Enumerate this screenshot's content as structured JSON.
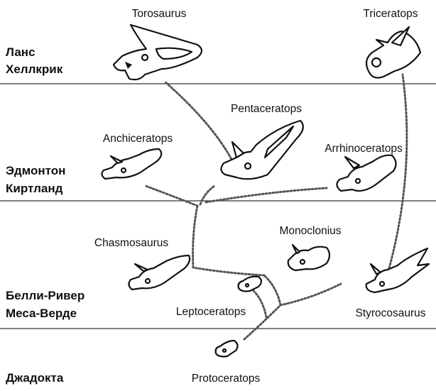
{
  "strata": [
    {
      "line1": "Ланс",
      "line2": "Хеллкрик"
    },
    {
      "line1": "Эдмонтон",
      "line2": "Киртланд"
    },
    {
      "line1": "Белли-Ривер",
      "line2": "Меса-Верде"
    },
    {
      "line1": "Джадокта",
      "line2": ""
    }
  ],
  "taxa": {
    "torosaurus": "Torosaurus",
    "triceratops": "Triceratops",
    "pentaceratops": "Pentaceratops",
    "anchiceratops": "Anchiceratops",
    "arrhinoceratops": "Arrhinoceratops",
    "monoclonius": "Monoclonius",
    "chasmosaurus": "Chasmosaurus",
    "leptoceratops": "Leptoceratops",
    "styrocosaurus": "Styrocosaurus",
    "protoceratops": "Protoceratops"
  }
}
